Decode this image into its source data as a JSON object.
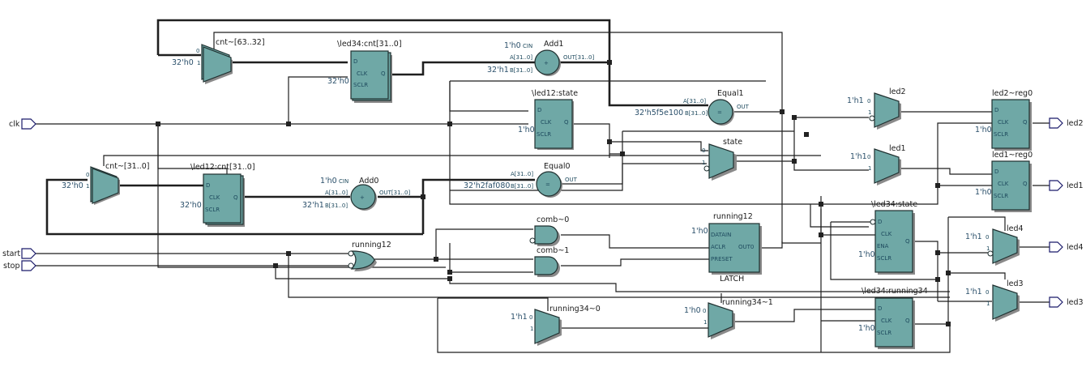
{
  "inputs": [
    {
      "name": "clk"
    },
    {
      "name": "start"
    },
    {
      "name": "stop"
    }
  ],
  "outputs": [
    {
      "name": "led2"
    },
    {
      "name": "led1"
    },
    {
      "name": "led4"
    },
    {
      "name": "led3"
    }
  ],
  "muxes": {
    "cnt_hi": {
      "name": "cnt~[63..32]",
      "in0": "",
      "in1": "32'h0",
      "sel0": "0",
      "sel1": "1"
    },
    "cnt_lo": {
      "name": "cnt~[31..0]",
      "in0": "",
      "in1": "32'h0",
      "sel0": "0",
      "sel1": "1"
    },
    "state": {
      "name": "state",
      "sel0": "0",
      "sel1": "1"
    },
    "led2": {
      "name": "led2",
      "in0": "1'h1",
      "sel0": "0",
      "sel1": "1"
    },
    "led1": {
      "name": "led1",
      "in0": "1'h1",
      "sel0": "0",
      "sel1": "1"
    },
    "led4": {
      "name": "led4",
      "in0": "1'h1",
      "sel0": "0",
      "sel1": "1"
    },
    "led3": {
      "name": "led3",
      "in0": "1'h1",
      "sel0": "0",
      "sel1": "1"
    },
    "r34_0": {
      "name": "running34~0",
      "in0": "1'h1",
      "sel0": "0",
      "sel1": "1"
    },
    "r34_1": {
      "name": "running34~1",
      "in0": "1'h0",
      "sel0": "0",
      "sel1": "1"
    }
  },
  "registers": {
    "led34_cnt": {
      "name": "\\led34:cnt[31..0]",
      "sclr": "32'h0",
      "pins": {
        "d": "D",
        "clk": "CLK",
        "sclr": "SCLR",
        "q": "Q"
      }
    },
    "led12_cnt": {
      "name": "\\led12:cnt[31..0]",
      "sclr": "32'h0",
      "pins": {
        "d": "D",
        "clk": "CLK",
        "sclr": "SCLR",
        "q": "Q"
      }
    },
    "led12_state": {
      "name": "\\led12:state",
      "sclr": "1'h0",
      "pins": {
        "d": "D",
        "clk": "CLK",
        "sclr": "SCLR",
        "q": "Q"
      }
    },
    "led2_reg0": {
      "name": "led2~reg0",
      "sclr": "1'h0",
      "pins": {
        "d": "D",
        "clk": "CLK",
        "sclr": "SCLR",
        "q": "Q"
      }
    },
    "led1_reg0": {
      "name": "led1~reg0",
      "sclr": "1'h0",
      "pins": {
        "d": "D",
        "clk": "CLK",
        "sclr": "SCLR",
        "q": "Q"
      }
    },
    "led34_state": {
      "name": "\\led34:state",
      "sclr": "1'h0",
      "pins": {
        "d": "D",
        "clk": "CLK",
        "ena": "ENA",
        "sclr": "SCLR",
        "q": "Q"
      }
    },
    "led34_running34": {
      "name": "\\led34:running34",
      "sclr": "1'h0",
      "pins": {
        "d": "D",
        "clk": "CLK",
        "sclr": "SCLR",
        "q": "Q"
      }
    }
  },
  "adders": {
    "add1": {
      "name": "Add1",
      "cin": "1'h0",
      "b": "32'h1",
      "pins": {
        "cin": "CIN",
        "a": "A[31..0]",
        "b": "B[31..0]",
        "out": "OUT[31..0]"
      },
      "symbol": "+"
    },
    "add0": {
      "name": "Add0",
      "cin": "1'h0",
      "b": "32'h1",
      "pins": {
        "cin": "CIN",
        "a": "A[31..0]",
        "b": "B[31..0]",
        "out": "OUT[31..0]"
      },
      "symbol": "+"
    }
  },
  "comparators": {
    "equal1": {
      "name": "Equal1",
      "b": "32'h5f5e100",
      "pins": {
        "a": "A[31..0]",
        "b": "B[31..0]",
        "out": "OUT"
      },
      "symbol": "="
    },
    "equal0": {
      "name": "Equal0",
      "b": "32'h2faf080",
      "pins": {
        "a": "A[31..0]",
        "b": "B[31..0]",
        "out": "OUT"
      },
      "symbol": "="
    }
  },
  "gates": {
    "running12_or": {
      "name": "running12",
      "type": "OR"
    },
    "comb0": {
      "name": "comb~0",
      "type": "AND"
    },
    "comb1": {
      "name": "comb~1",
      "type": "AND"
    }
  },
  "latch": {
    "name": "running12",
    "type_label": "LATCH",
    "datain": "1'h0",
    "pins": {
      "datain": "DATAIN",
      "aclr": "ACLR",
      "preset": "PRESET",
      "out": "OUT0"
    }
  }
}
